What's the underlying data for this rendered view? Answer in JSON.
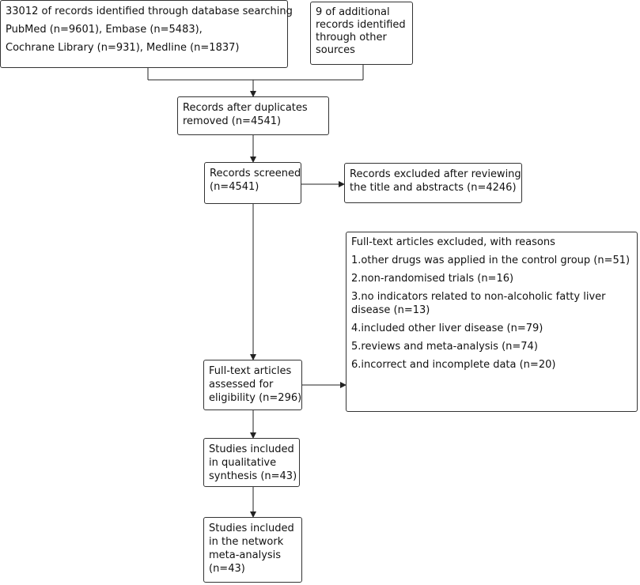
{
  "boxes": {
    "database": {
      "lines": [
        "33012 of records identified through database searching",
        "PubMed (n=9601), Embase (n=5483),",
        "Cochrane Library (n=931), Medline (n=1837)"
      ]
    },
    "other_sources": {
      "lines": [
        "9 of additional",
        "records identified",
        "through other",
        "sources"
      ]
    },
    "duplicates_removed": {
      "lines": [
        "Records after duplicates",
        "removed (n=4541)"
      ]
    },
    "screened": {
      "lines": [
        "Records screened",
        "(n=4541)"
      ]
    },
    "excluded_title_abstract": {
      "lines": [
        "Records excluded after reviewing",
        "the title and abstracts (n=4246)"
      ]
    },
    "fulltext_excluded": {
      "heading": "Full-text articles excluded, with reasons",
      "reasons": [
        "1.other drugs was applied in the control group (n=51)",
        "2.non-randomised trials (n=16)",
        "3.no indicators related to non-alcoholic fatty liver",
        "disease (n=13)",
        "4.included other liver disease (n=79)",
        "5.reviews and meta-analysis (n=74)",
        "6.incorrect and incomplete data (n=20)"
      ]
    },
    "eligibility": {
      "lines": [
        "Full-text articles",
        "assessed for",
        "eligibility (n=296)"
      ]
    },
    "qualitative": {
      "lines": [
        "Studies included",
        "in qualitative",
        "synthesis (n=43)"
      ]
    },
    "network": {
      "lines": [
        "Studies included",
        "in the network",
        "meta-analysis",
        "(n=43)"
      ]
    }
  }
}
